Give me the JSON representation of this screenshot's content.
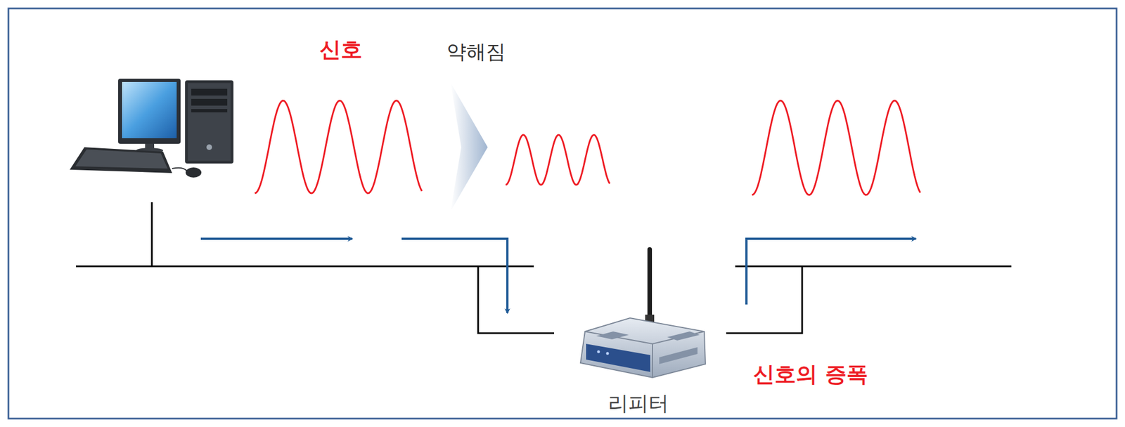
{
  "diagram": {
    "labels": [
      "신호",
      "약해짐",
      "리피터",
      "신호의 증폭"
    ]
  }
}
